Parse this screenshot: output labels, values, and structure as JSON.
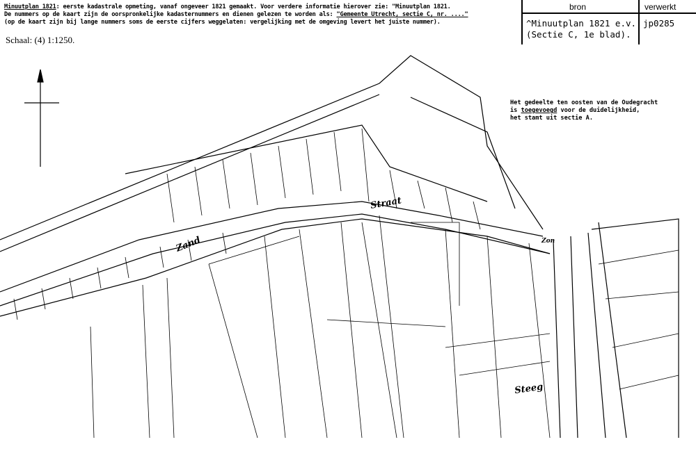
{
  "header": {
    "line1_title": "Minuutplan 1821",
    "line1_rest": ": eerste kadastrale opmeting, vanaf ongeveer 1821 gemaakt. Voor verdere informatie hierover zie: \"Minuutplan 1821.",
    "line2_pre": "De nummers op de kaart zijn de oorspronkelijke kadasternummers en dienen gelezen te worden als: ",
    "line2_ref": "\"Gemeente Utrecht, sectie C, nr. ....\"",
    "line3": "(op de kaart zijn bij lange nummers soms de eerste cijfers weggelaten: vergelijking met de omgeving levert het juiste nummer)."
  },
  "scale": "Schaal: (4) 1:1250.",
  "table": {
    "col_source": "bron",
    "col_processed": "verwerkt",
    "source_line1": "^Minuutplan 1821 e.v.",
    "source_line2": "(Sectie C, 1e blad).",
    "processed": "jp0285"
  },
  "note": {
    "line1": "Het gedeelte ten oosten van de Oudegracht",
    "line2_pre": "is ",
    "line2_u": "toegevoegd",
    "line2_post": " voor de duidelijkheid,",
    "line3": "het stamt uit sectie A."
  },
  "map_labels": {
    "zand": "Zand",
    "straat": "Straat",
    "zon": "Zon",
    "steeg": "Steeg"
  }
}
